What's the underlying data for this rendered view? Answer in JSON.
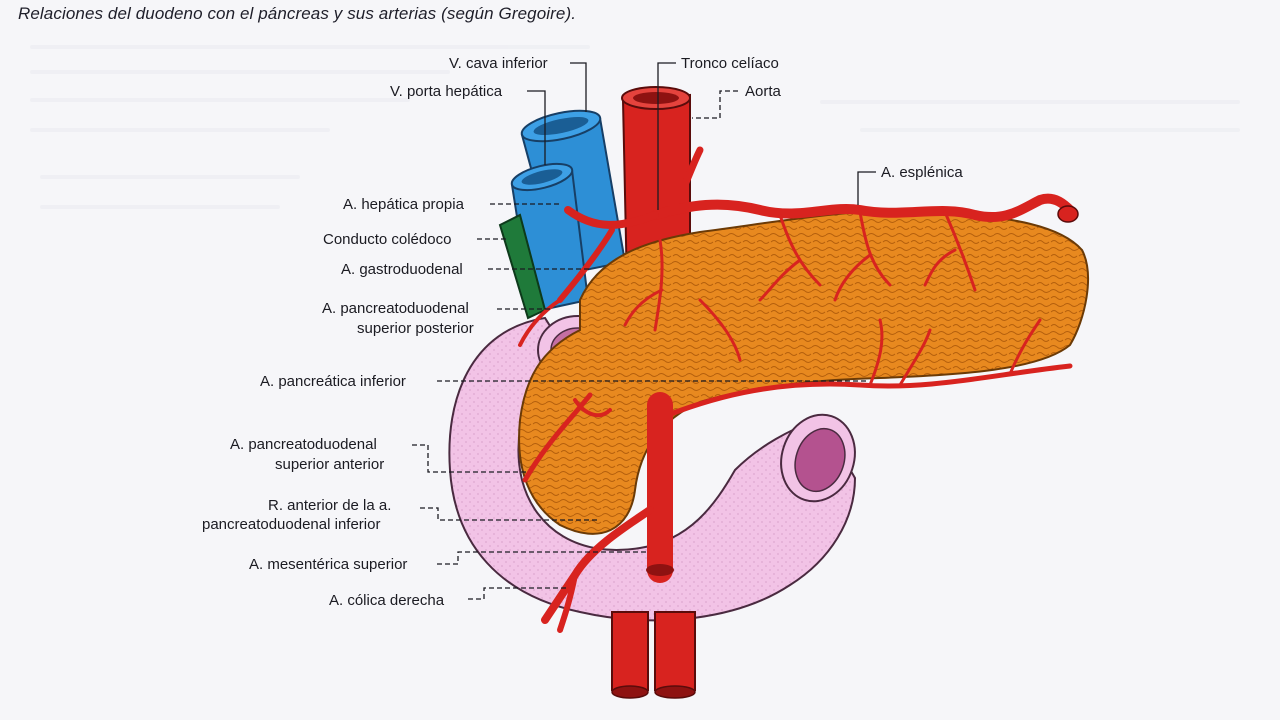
{
  "title": "Relaciones del duodeno con el páncreas y sus arterias (según Gregoire).",
  "labels": {
    "vena_cava_inferior": "V. cava inferior",
    "vena_porta_hepatica": "V. porta hepática",
    "tronco_celiaco": "Tronco celíaco",
    "aorta": "Aorta",
    "arteria_esplenica": "A. esplénica",
    "arteria_hepatica_propia": "A. hepática propia",
    "conducto_coledoco": "Conducto colédoco",
    "arteria_gastroduodenal": "A. gastroduodenal",
    "pancreatoduodenal_sup_post_1": "A. pancreatoduodenal",
    "pancreatoduodenal_sup_post_2": "superior posterior",
    "pancreatica_inferior": "A. pancreática inferior",
    "pancreatoduodenal_sup_ant_1": "A. pancreatoduodenal",
    "pancreatoduodenal_sup_ant_2": "superior anterior",
    "rama_anterior_1": "R. anterior de la a.",
    "rama_anterior_2": "pancreatoduodenal inferior",
    "mesenterica_superior": "A. mesentérica superior",
    "colica_derecha": "A. cólica derecha"
  },
  "colors": {
    "artery": "#d8231f",
    "artery_dark": "#8e1211",
    "vein": "#2d8fd6",
    "bile_duct": "#1f7a3a",
    "pancreas": "#e8891f",
    "pancreas_texture": "#b35e0c",
    "duodenum": "#f2c3e6",
    "duodenum_inner": "#b4528f"
  }
}
